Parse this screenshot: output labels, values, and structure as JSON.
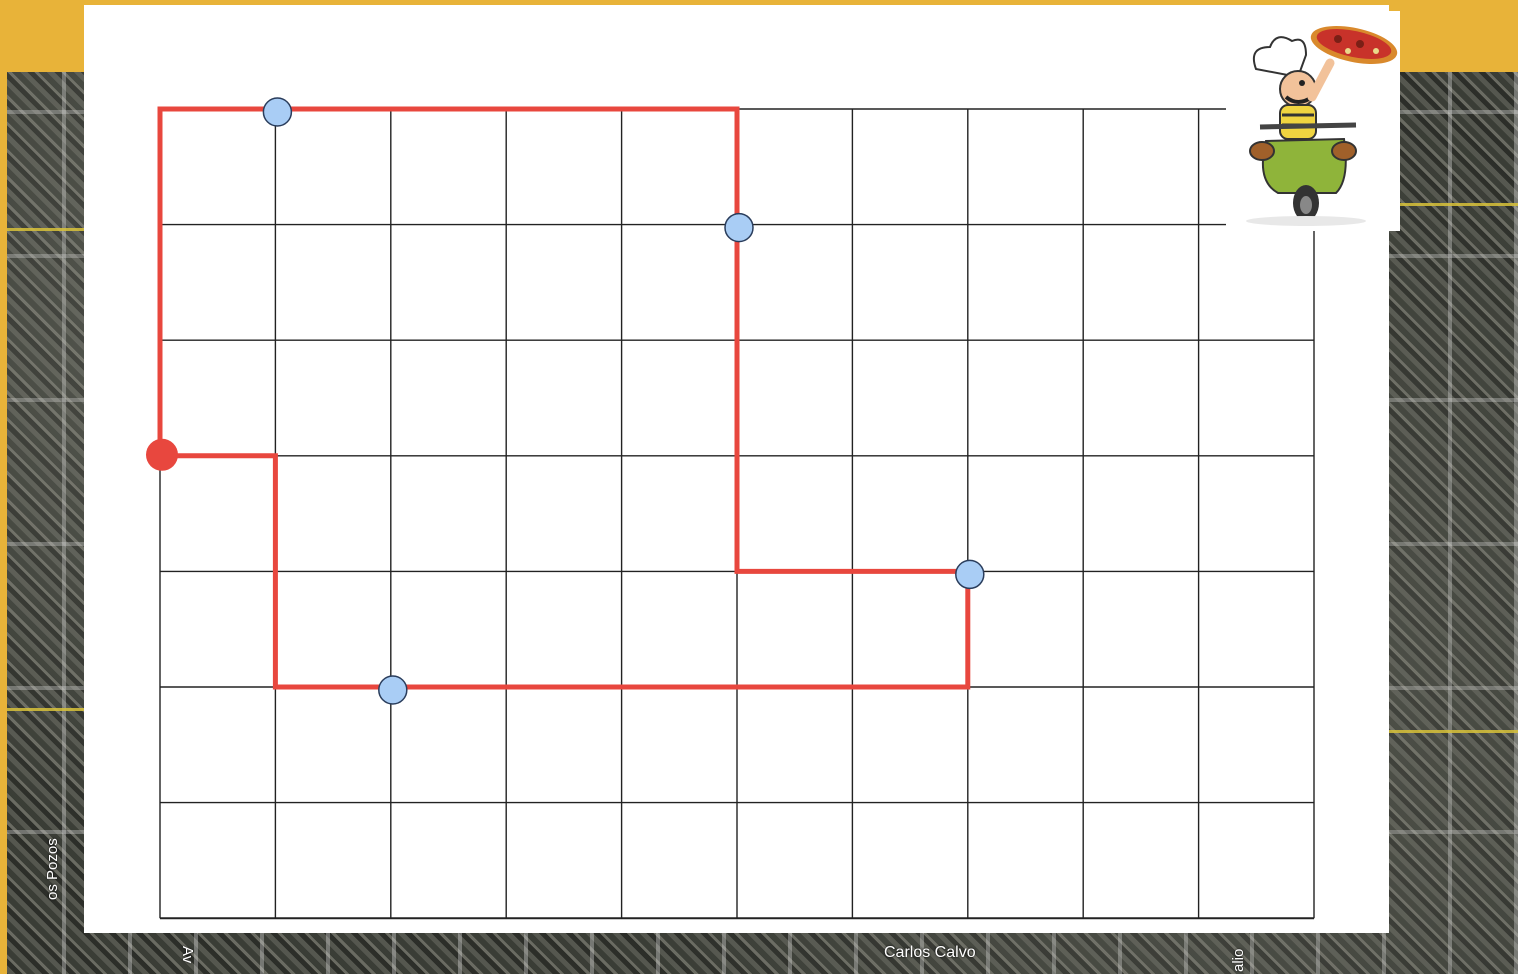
{
  "background": {
    "frame_color": "#e8b339",
    "map_type": "satellite-city-map"
  },
  "map_labels": {
    "street_bottom": "Carlos Calvo",
    "street_left": "os Pozos",
    "street_av": "Av",
    "street_right": "alio"
  },
  "grid": {
    "columns": 10,
    "rows": 7,
    "line_color": "#222222"
  },
  "route": {
    "color": "#e8473e",
    "start": {
      "col": 0,
      "row": 3
    },
    "path": [
      {
        "col": 0,
        "row": 3
      },
      {
        "col": 1,
        "row": 3
      },
      {
        "col": 1,
        "row": 5
      },
      {
        "col": 7,
        "row": 5
      },
      {
        "col": 7,
        "row": 4
      },
      {
        "col": 5,
        "row": 4
      },
      {
        "col": 5,
        "row": 0
      },
      {
        "col": 0,
        "row": 0
      },
      {
        "col": 0,
        "row": 3
      }
    ]
  },
  "delivery_points": {
    "color": "#a9cdf5",
    "points": [
      {
        "col": 1,
        "row": 0
      },
      {
        "col": 5,
        "row": 1
      },
      {
        "col": 7,
        "row": 4
      },
      {
        "col": 2,
        "row": 5
      }
    ]
  },
  "mascot": {
    "icon": "pizza-delivery-chef-on-scooter-icon"
  }
}
